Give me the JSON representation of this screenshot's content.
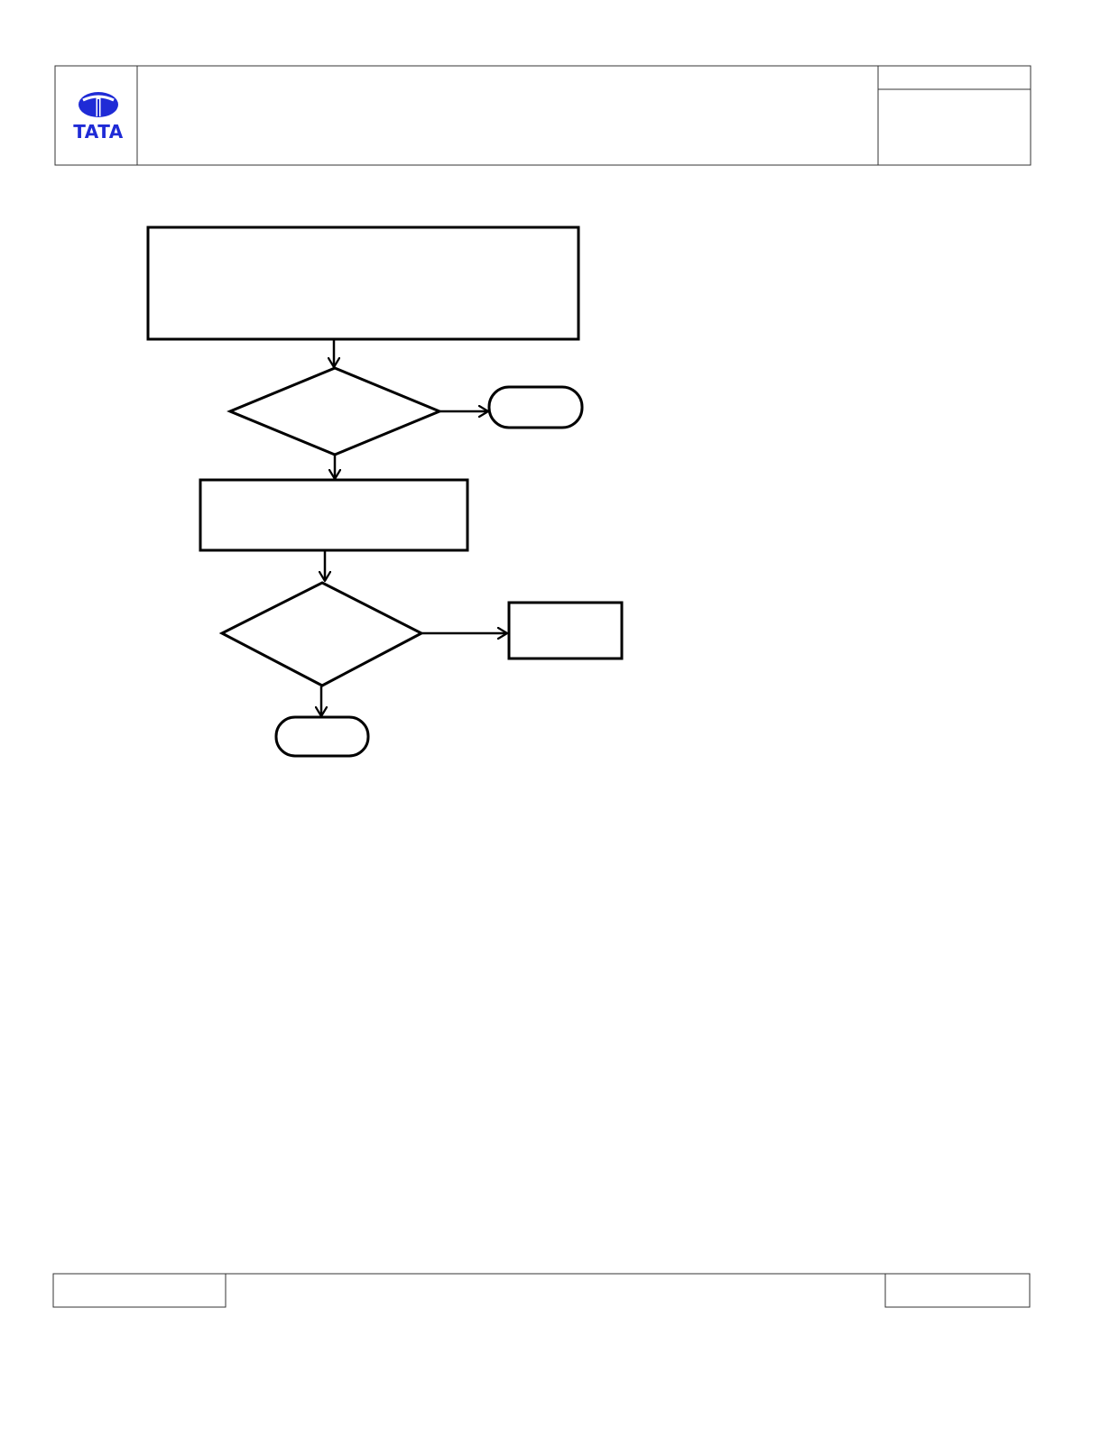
{
  "header": {
    "logo": {
      "name": "tata-logo",
      "text": "TATA",
      "color": "#1f2bd6"
    }
  },
  "flowchart": {
    "line_color": "#000000",
    "nodes": [
      {
        "id": "process-1",
        "shape": "rectangle",
        "label": ""
      },
      {
        "id": "decision-1",
        "shape": "diamond",
        "label": ""
      },
      {
        "id": "terminator-1",
        "shape": "rounded",
        "label": ""
      },
      {
        "id": "process-2",
        "shape": "rectangle",
        "label": ""
      },
      {
        "id": "decision-2",
        "shape": "diamond",
        "label": ""
      },
      {
        "id": "process-3",
        "shape": "rectangle",
        "label": ""
      },
      {
        "id": "terminator-2",
        "shape": "rounded",
        "label": ""
      }
    ],
    "edges": [
      {
        "from": "process-1",
        "to": "decision-1"
      },
      {
        "from": "decision-1",
        "to": "terminator-1"
      },
      {
        "from": "decision-1",
        "to": "process-2"
      },
      {
        "from": "process-2",
        "to": "decision-2"
      },
      {
        "from": "decision-2",
        "to": "process-3"
      },
      {
        "from": "decision-2",
        "to": "terminator-2"
      }
    ]
  }
}
